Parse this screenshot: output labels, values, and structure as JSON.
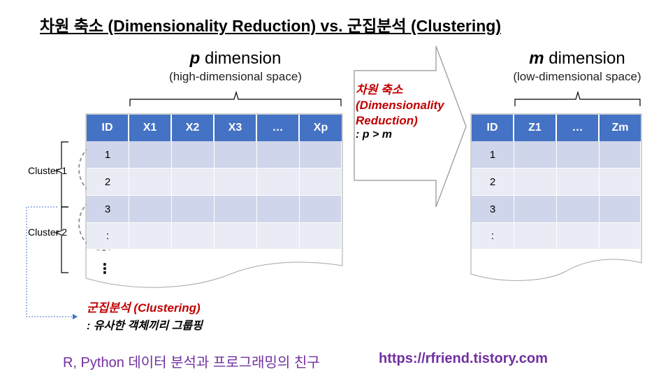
{
  "title": "차원 축소 (Dimensionality Reduction) vs. 군집분석 (Clustering)",
  "left_dim": {
    "var": "p",
    "word": "dimension",
    "sub": "(high-dimensional space)"
  },
  "right_dim": {
    "var": "m",
    "word": "dimension",
    "sub": "(low-dimensional space)"
  },
  "left_table": {
    "headers": [
      "ID",
      "X1",
      "X2",
      "X3",
      "…",
      "Xp"
    ],
    "ids": [
      "1",
      "2",
      "3",
      ":"
    ],
    "continuation": "⋮"
  },
  "right_table": {
    "headers": [
      "ID",
      "Z1",
      "…",
      "Zm"
    ],
    "ids": [
      "1",
      "2",
      "3",
      ":"
    ]
  },
  "arrow_text": {
    "line1": "차원 축소",
    "line2": "(Dimensionality",
    "line3": "Reduction)",
    "line4": ": p > m"
  },
  "clusters": [
    "Cluster 1",
    "Cluster 2"
  ],
  "clustering_text": {
    "line1": "군집분석 (Clustering)",
    "line2": ": 유사한 객체끼리 그룹핑"
  },
  "footer": {
    "left": "R, Python 데이터 분석과 프로그래밍의 친구",
    "right": "https://rfriend.tistory.com"
  },
  "colors": {
    "header_blue": "#4472c4",
    "row_dark": "#cfd5ea",
    "row_light": "#e9ebf5",
    "red": "#c00000",
    "purple": "#7030a0"
  }
}
